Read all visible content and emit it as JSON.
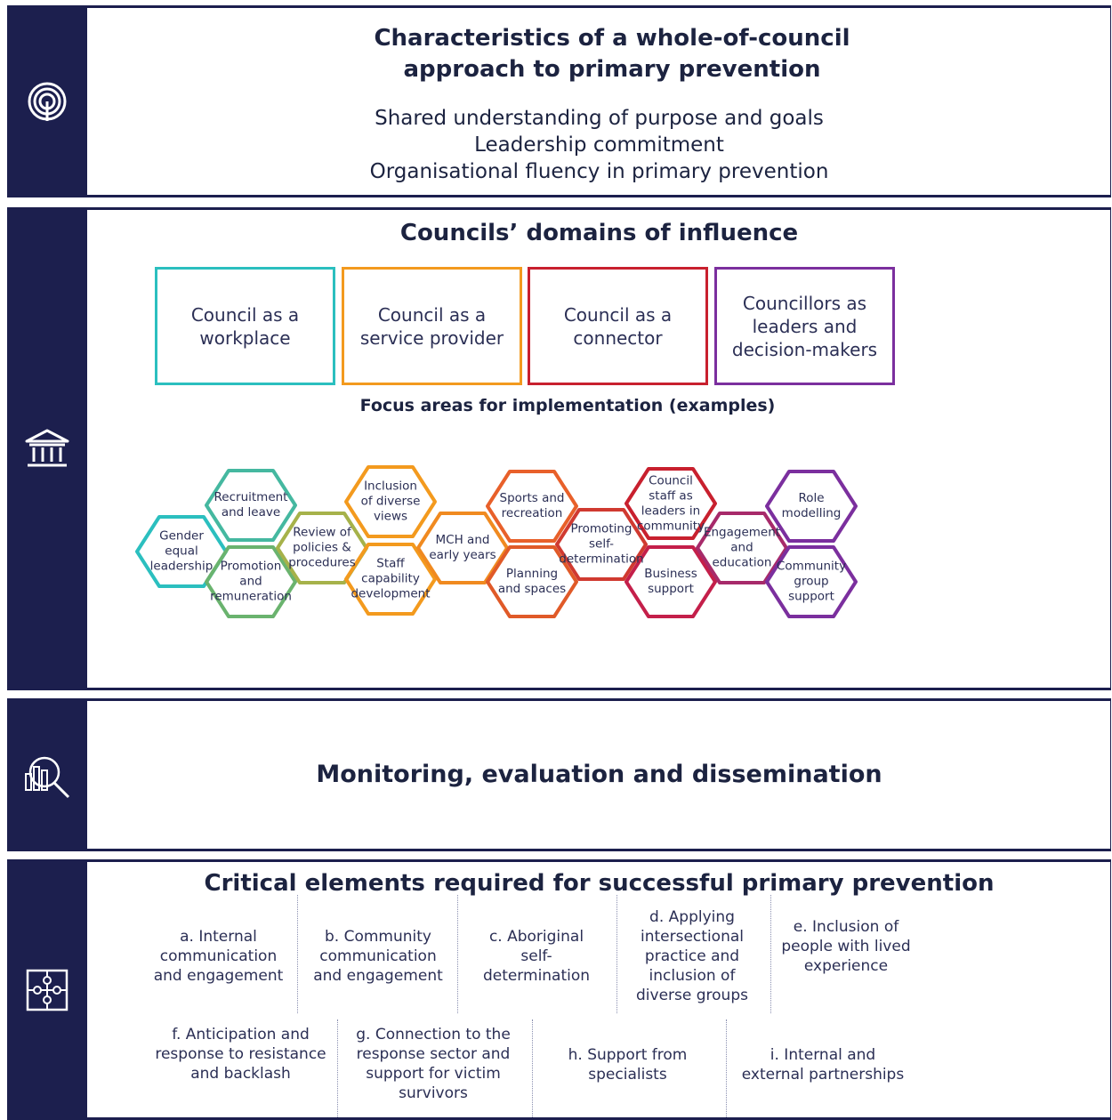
{
  "characteristics": {
    "title": "Characteristics of a whole-of-council approach to primary prevention",
    "items": [
      "Shared understanding of purpose and goals",
      "Leadership commitment",
      "Organisational fluency in primary prevention"
    ],
    "icon": "target-icon"
  },
  "domains": {
    "title": "Councils’ domains of influence",
    "icon": "building-icon",
    "boxes": [
      {
        "label": "Council as a workplace",
        "color": "#2bbfbf"
      },
      {
        "label": "Council as a service provider",
        "color": "#f39a1e"
      },
      {
        "label": "Council as a connector",
        "color": "#c8202e"
      },
      {
        "label": "Councillors as leaders and decision-makers",
        "color": "#7b2f9e"
      }
    ],
    "focus_title": "Focus areas for implementation (examples)",
    "hexes": [
      {
        "label": "Gender equal leadership",
        "color": "#2bbfbf"
      },
      {
        "label": "Recruitment and leave",
        "color": "#45b8a0"
      },
      {
        "label": "Promotion and remuneration",
        "color": "#6ab36e"
      },
      {
        "label": "Review of policies & procedures",
        "color": "#a6b24a"
      },
      {
        "label": "Inclusion of diverse views",
        "color": "#f39a1e"
      },
      {
        "label": "Staff capability development",
        "color": "#f39a1e"
      },
      {
        "label": "MCH and early years",
        "color": "#f08a20"
      },
      {
        "label": "Sports and recreation",
        "color": "#e8602a"
      },
      {
        "label": "Planning and spaces",
        "color": "#e05a28"
      },
      {
        "label": "Promoting self-determination",
        "color": "#d03a30"
      },
      {
        "label": "Council staff as leaders in community",
        "color": "#c8202e"
      },
      {
        "label": "Business support",
        "color": "#c41f4a"
      },
      {
        "label": "Engagement and education",
        "color": "#a72a6a"
      },
      {
        "label": "Role modelling",
        "color": "#7b2f9e"
      },
      {
        "label": "Community group support",
        "color": "#7b2f9e"
      }
    ]
  },
  "monitoring": {
    "title": "Monitoring, evaluation and dissemination",
    "icon": "chart-magnifier-icon"
  },
  "critical": {
    "title": "Critical elements required for successful primary prevention",
    "icon": "puzzle-icon",
    "row1": [
      "a. Internal communication and engagement",
      "b. Community communication and engagement",
      "c. Aboriginal self-determination",
      "d. Applying intersectional practice and inclusion of diverse groups",
      "e. Inclusion of people with lived experience"
    ],
    "row2": [
      "f. Anticipation and response to resistance and backlash",
      "g. Connection to the response sector and support for victim survivors",
      "h. Support from specialists",
      "i. Internal and external partnerships"
    ]
  }
}
